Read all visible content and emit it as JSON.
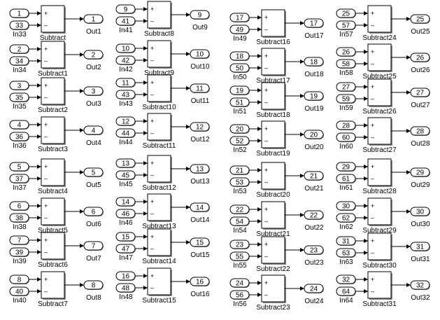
{
  "diagram": {
    "plus_sign": "+",
    "minus_sign": "–",
    "groups": [
      {
        "a": "1",
        "a_label": "",
        "b": "33",
        "b_label": "In33",
        "block": "Subtract",
        "out": "1",
        "out_label": "Out1"
      },
      {
        "a": "2",
        "a_label": "",
        "b": "34",
        "b_label": "In34",
        "block": "Subtract1",
        "out": "2",
        "out_label": "Out2"
      },
      {
        "a": "3",
        "a_label": "",
        "b": "35",
        "b_label": "In35",
        "block": "Subtract2",
        "out": "3",
        "out_label": "Out3"
      },
      {
        "a": "4",
        "a_label": "",
        "b": "36",
        "b_label": "In36",
        "block": "Subtract3",
        "out": "4",
        "out_label": "Out4"
      },
      {
        "a": "5",
        "a_label": "",
        "b": "37",
        "b_label": "In37",
        "block": "Subtract4",
        "out": "5",
        "out_label": "Out5"
      },
      {
        "a": "6",
        "a_label": "",
        "b": "38",
        "b_label": "In38",
        "block": "Subtract5",
        "out": "6",
        "out_label": "Out6"
      },
      {
        "a": "7",
        "a_label": "",
        "b": "39",
        "b_label": "In39",
        "block": "Subtract6",
        "out": "7",
        "out_label": "Out7"
      },
      {
        "a": "8",
        "a_label": "",
        "b": "40",
        "b_label": "In40",
        "block": "Subtract7",
        "out": "8",
        "out_label": "Out8"
      },
      {
        "a": "9",
        "a_label": "",
        "b": "41",
        "b_label": "In41",
        "block": "Subtract8",
        "out": "9",
        "out_label": "Out9"
      },
      {
        "a": "10",
        "a_label": "",
        "b": "42",
        "b_label": "In42",
        "block": "Subtract9",
        "out": "10",
        "out_label": "Out10"
      },
      {
        "a": "11",
        "a_label": "",
        "b": "43",
        "b_label": "In43",
        "block": "Subtract10",
        "out": "11",
        "out_label": "Out11"
      },
      {
        "a": "12",
        "a_label": "",
        "b": "44",
        "b_label": "In44",
        "block": "Subtract11",
        "out": "12",
        "out_label": "Out12"
      },
      {
        "a": "13",
        "a_label": "",
        "b": "45",
        "b_label": "In45",
        "block": "Subtract12",
        "out": "13",
        "out_label": "Out13"
      },
      {
        "a": "14",
        "a_label": "",
        "b": "46",
        "b_label": "In46",
        "block": "Subtract13",
        "out": "14",
        "out_label": "Out14"
      },
      {
        "a": "15",
        "a_label": "",
        "b": "47",
        "b_label": "In47",
        "block": "Subtract14",
        "out": "15",
        "out_label": "Out15"
      },
      {
        "a": "16",
        "a_label": "",
        "b": "48",
        "b_label": "In48",
        "block": "Subtract15",
        "out": "16",
        "out_label": "Out16"
      },
      {
        "a": "17",
        "a_label": "",
        "b": "49",
        "b_label": "In49",
        "block": "Subtract16",
        "out": "17",
        "out_label": "Out17"
      },
      {
        "a": "18",
        "a_label": "",
        "b": "50",
        "b_label": "In50",
        "block": "Subtract17",
        "out": "18",
        "out_label": "Out18"
      },
      {
        "a": "19",
        "a_label": "",
        "b": "51",
        "b_label": "In51",
        "block": "Subtract18",
        "out": "19",
        "out_label": "Out19"
      },
      {
        "a": "20",
        "a_label": "",
        "b": "52",
        "b_label": "In52",
        "block": "Subtract19",
        "out": "20",
        "out_label": "Out20"
      },
      {
        "a": "21",
        "a_label": "",
        "b": "53",
        "b_label": "In53",
        "block": "Subtract20",
        "out": "21",
        "out_label": "Out21"
      },
      {
        "a": "22",
        "a_label": "",
        "b": "54",
        "b_label": "In54",
        "block": "Subtract21",
        "out": "22",
        "out_label": "Out22"
      },
      {
        "a": "23",
        "a_label": "",
        "b": "55",
        "b_label": "In55",
        "block": "Subtract22",
        "out": "23",
        "out_label": "Out23"
      },
      {
        "a": "24",
        "a_label": "",
        "b": "56",
        "b_label": "In56",
        "block": "Subtract23",
        "out": "24",
        "out_label": "Out24"
      },
      {
        "a": "25",
        "a_label": "",
        "b": "57",
        "b_label": "In57",
        "block": "Subtract24",
        "out": "25",
        "out_label": "Out25"
      },
      {
        "a": "26",
        "a_label": "",
        "b": "58",
        "b_label": "In58",
        "block": "Subtract25",
        "out": "26",
        "out_label": "Out26"
      },
      {
        "a": "27",
        "a_label": "",
        "b": "59",
        "b_label": "In59",
        "block": "Subtract26",
        "out": "27",
        "out_label": "Out27"
      },
      {
        "a": "28",
        "a_label": "",
        "b": "60",
        "b_label": "In60",
        "block": "Subtract27",
        "out": "28",
        "out_label": "Out28"
      },
      {
        "a": "29",
        "a_label": "",
        "b": "61",
        "b_label": "In61",
        "block": "Subtract28",
        "out": "29",
        "out_label": "Out29"
      },
      {
        "a": "30",
        "a_label": "",
        "b": "62",
        "b_label": "In62",
        "block": "Subtract29",
        "out": "30",
        "out_label": "Out30"
      },
      {
        "a": "31",
        "a_label": "",
        "b": "63",
        "b_label": "In63",
        "block": "Subtract30",
        "out": "31",
        "out_label": "Out31"
      },
      {
        "a": "32",
        "a_label": "",
        "b": "64",
        "b_label": "In64",
        "block": "Subtract31",
        "out": "32",
        "out_label": "Out32"
      }
    ]
  }
}
